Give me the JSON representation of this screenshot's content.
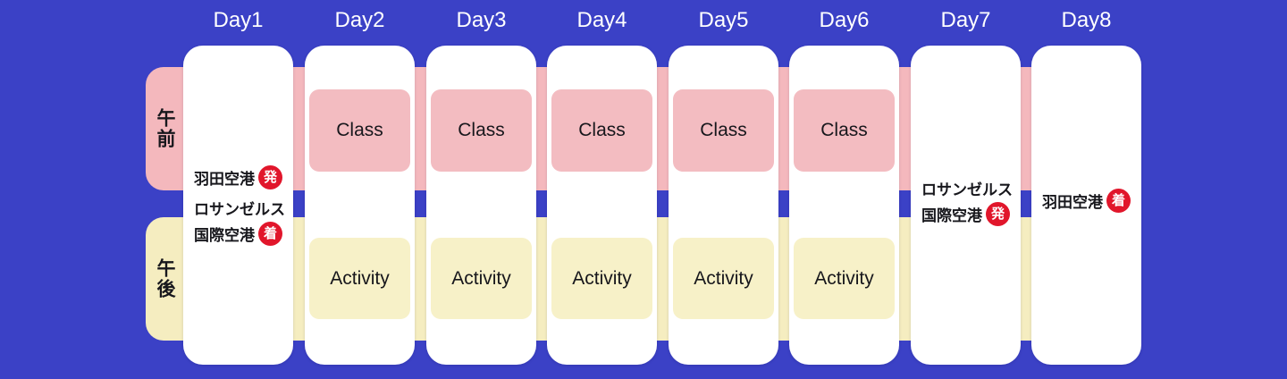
{
  "colors": {
    "background": "#3B41C6",
    "band_morning": "#F4B8BD",
    "band_afternoon": "#F5EDC0",
    "class_block": "#F3BCC1",
    "activity_block": "#F7F1C8",
    "badge": "#E1162B",
    "badge_text": "#FFFFFF",
    "day_label_text": "#FFFFFF",
    "text": "#17171C",
    "column_background": "#FFFFFF"
  },
  "rows": [
    {
      "id": "morning",
      "label": "午前"
    },
    {
      "id": "afternoon",
      "label": "午後"
    }
  ],
  "days": [
    {
      "label": "Day1",
      "morning": null,
      "afternoon": null,
      "flight": {
        "lines": [
          {
            "text": "羽田空港",
            "badge": "発"
          },
          {
            "text": "ロサンゼルス",
            "badge": null
          },
          {
            "text": "国際空港",
            "badge": "着"
          }
        ]
      }
    },
    {
      "label": "Day2",
      "morning": "Class",
      "afternoon": "Activity",
      "flight": null
    },
    {
      "label": "Day3",
      "morning": "Class",
      "afternoon": "Activity",
      "flight": null
    },
    {
      "label": "Day4",
      "morning": "Class",
      "afternoon": "Activity",
      "flight": null
    },
    {
      "label": "Day5",
      "morning": "Class",
      "afternoon": "Activity",
      "flight": null
    },
    {
      "label": "Day6",
      "morning": "Class",
      "afternoon": "Activity",
      "flight": null
    },
    {
      "label": "Day7",
      "morning": null,
      "afternoon": null,
      "flight": {
        "lines": [
          {
            "text": "ロサンゼルス",
            "badge": null
          },
          {
            "text": "国際空港",
            "badge": "発"
          }
        ]
      }
    },
    {
      "label": "Day8",
      "morning": null,
      "afternoon": null,
      "flight": {
        "lines": [
          {
            "text": "羽田空港",
            "badge": "着"
          }
        ]
      }
    }
  ]
}
